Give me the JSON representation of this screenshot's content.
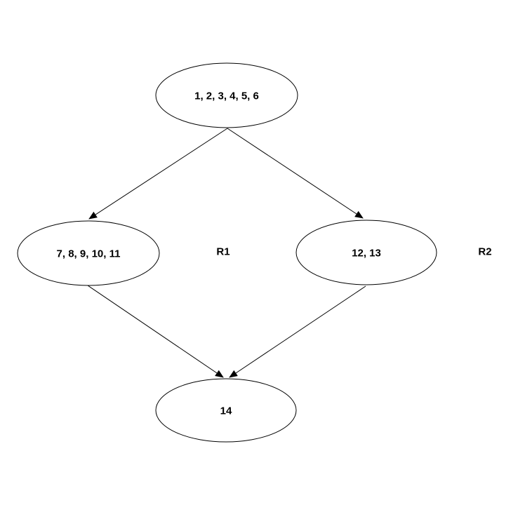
{
  "diagram": {
    "type": "directed-graph",
    "background_color": "#ffffff",
    "stroke_color": "#000000",
    "text_color": "#000000"
  },
  "nodes": [
    {
      "id": "top",
      "label": "1, 2, 3, 4, 5, 6"
    },
    {
      "id": "left",
      "label": "7, 8, 9, 10, 11"
    },
    {
      "id": "right",
      "label": "12, 13"
    },
    {
      "id": "bottom",
      "label": "14"
    }
  ],
  "edge_labels": [
    {
      "id": "r1",
      "label": "R1"
    },
    {
      "id": "r2",
      "label": "R2"
    }
  ],
  "edges": [
    {
      "from": "top",
      "to": "left"
    },
    {
      "from": "top",
      "to": "right"
    },
    {
      "from": "left",
      "to": "bottom"
    },
    {
      "from": "right",
      "to": "bottom"
    }
  ]
}
